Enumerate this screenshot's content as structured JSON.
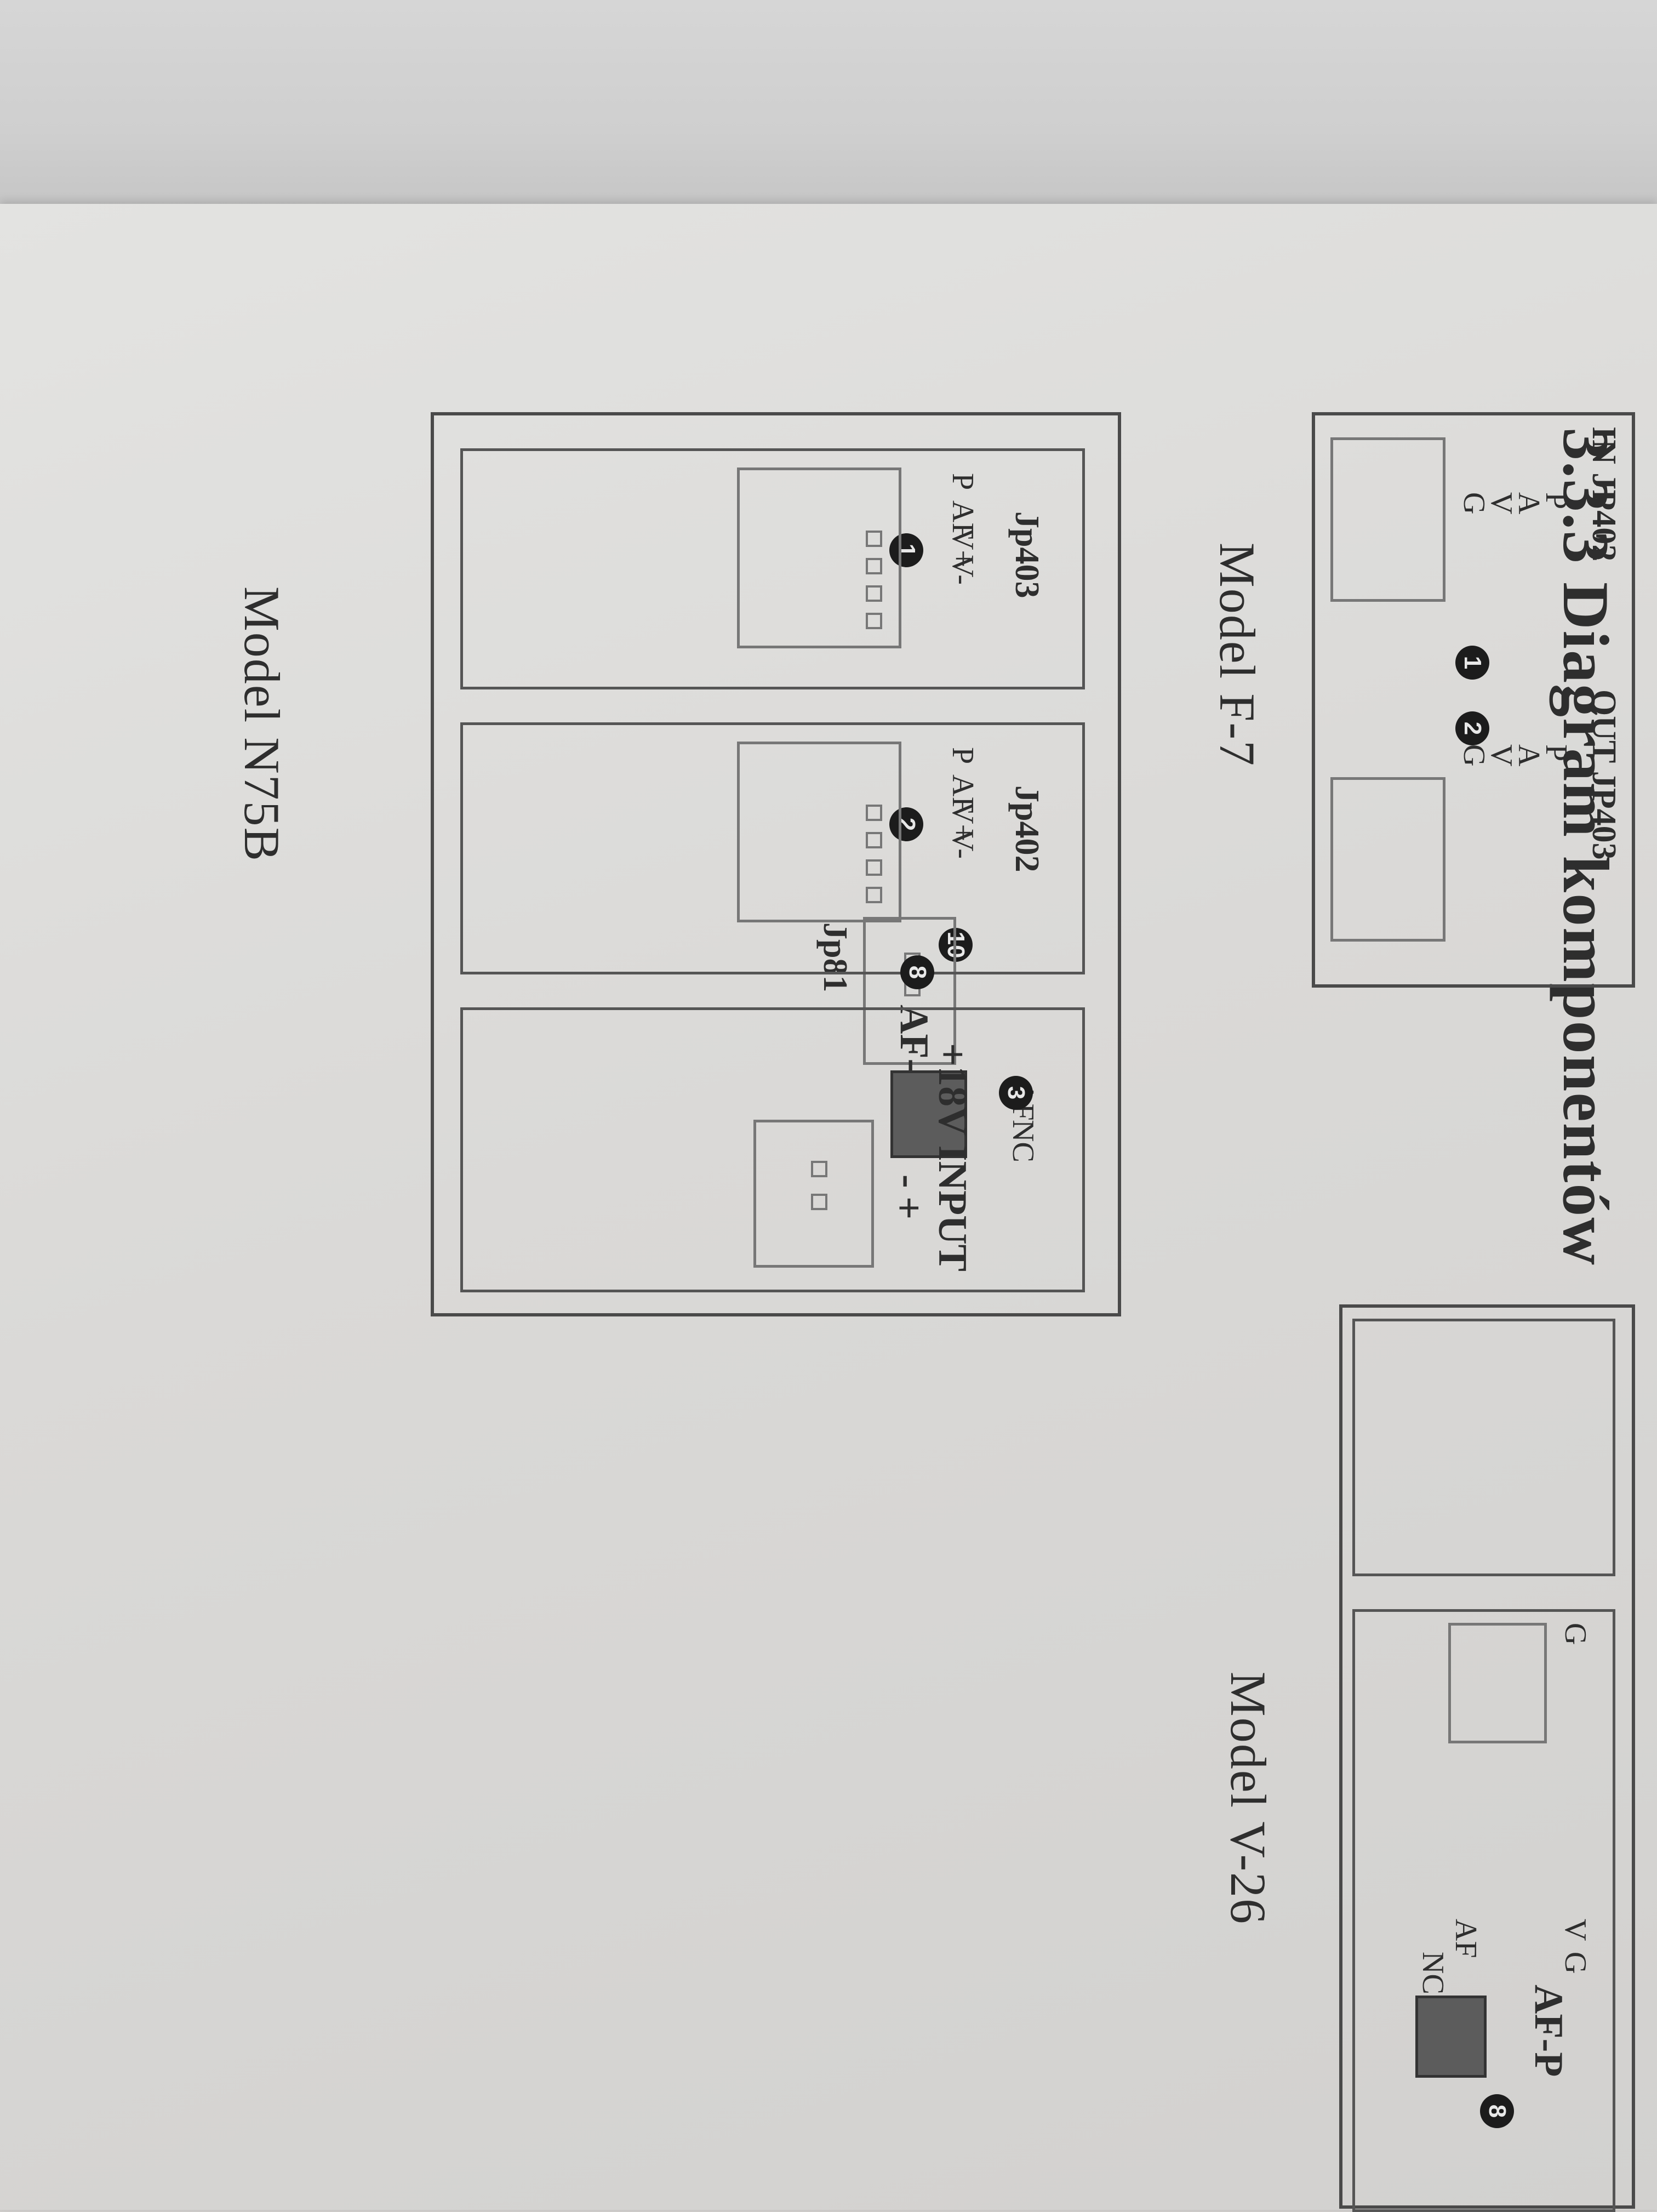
{
  "heading": "3.3.3 Diagram komponentów",
  "models": {
    "n75b": {
      "title": "Model N75B",
      "jp403": {
        "label": "Jp403",
        "pins": [
          "P",
          "AF",
          "V+",
          "V-"
        ],
        "marker": "1"
      },
      "jp402": {
        "label": "Jp402",
        "pins": [
          "P",
          "AF",
          "V+",
          "V-"
        ],
        "marker": "2"
      },
      "afp": {
        "label": "AF-P",
        "marker": "8",
        "options": [
          "AF",
          "NC"
        ]
      },
      "jp81": {
        "label": "Jp81",
        "marker": "10"
      },
      "input": {
        "label": "+18V INPUT",
        "marker": "3",
        "pins": [
          "-",
          "+"
        ]
      }
    },
    "f7": {
      "title": "Model F-7",
      "in_label": "IN JP402",
      "out_label": "OUT JP403",
      "in_pins": [
        "P",
        "A",
        "V",
        "G"
      ],
      "out_pins": [
        "P",
        "A",
        "V",
        "G"
      ],
      "in_marker": "1",
      "out_marker": "2"
    },
    "v26": {
      "title": "Model V-26",
      "pins_top": [
        "G"
      ],
      "pins": [
        "V",
        "G"
      ],
      "afp": {
        "label": "AF-P",
        "marker": "8",
        "options": [
          "AF",
          "NC"
        ]
      }
    }
  }
}
